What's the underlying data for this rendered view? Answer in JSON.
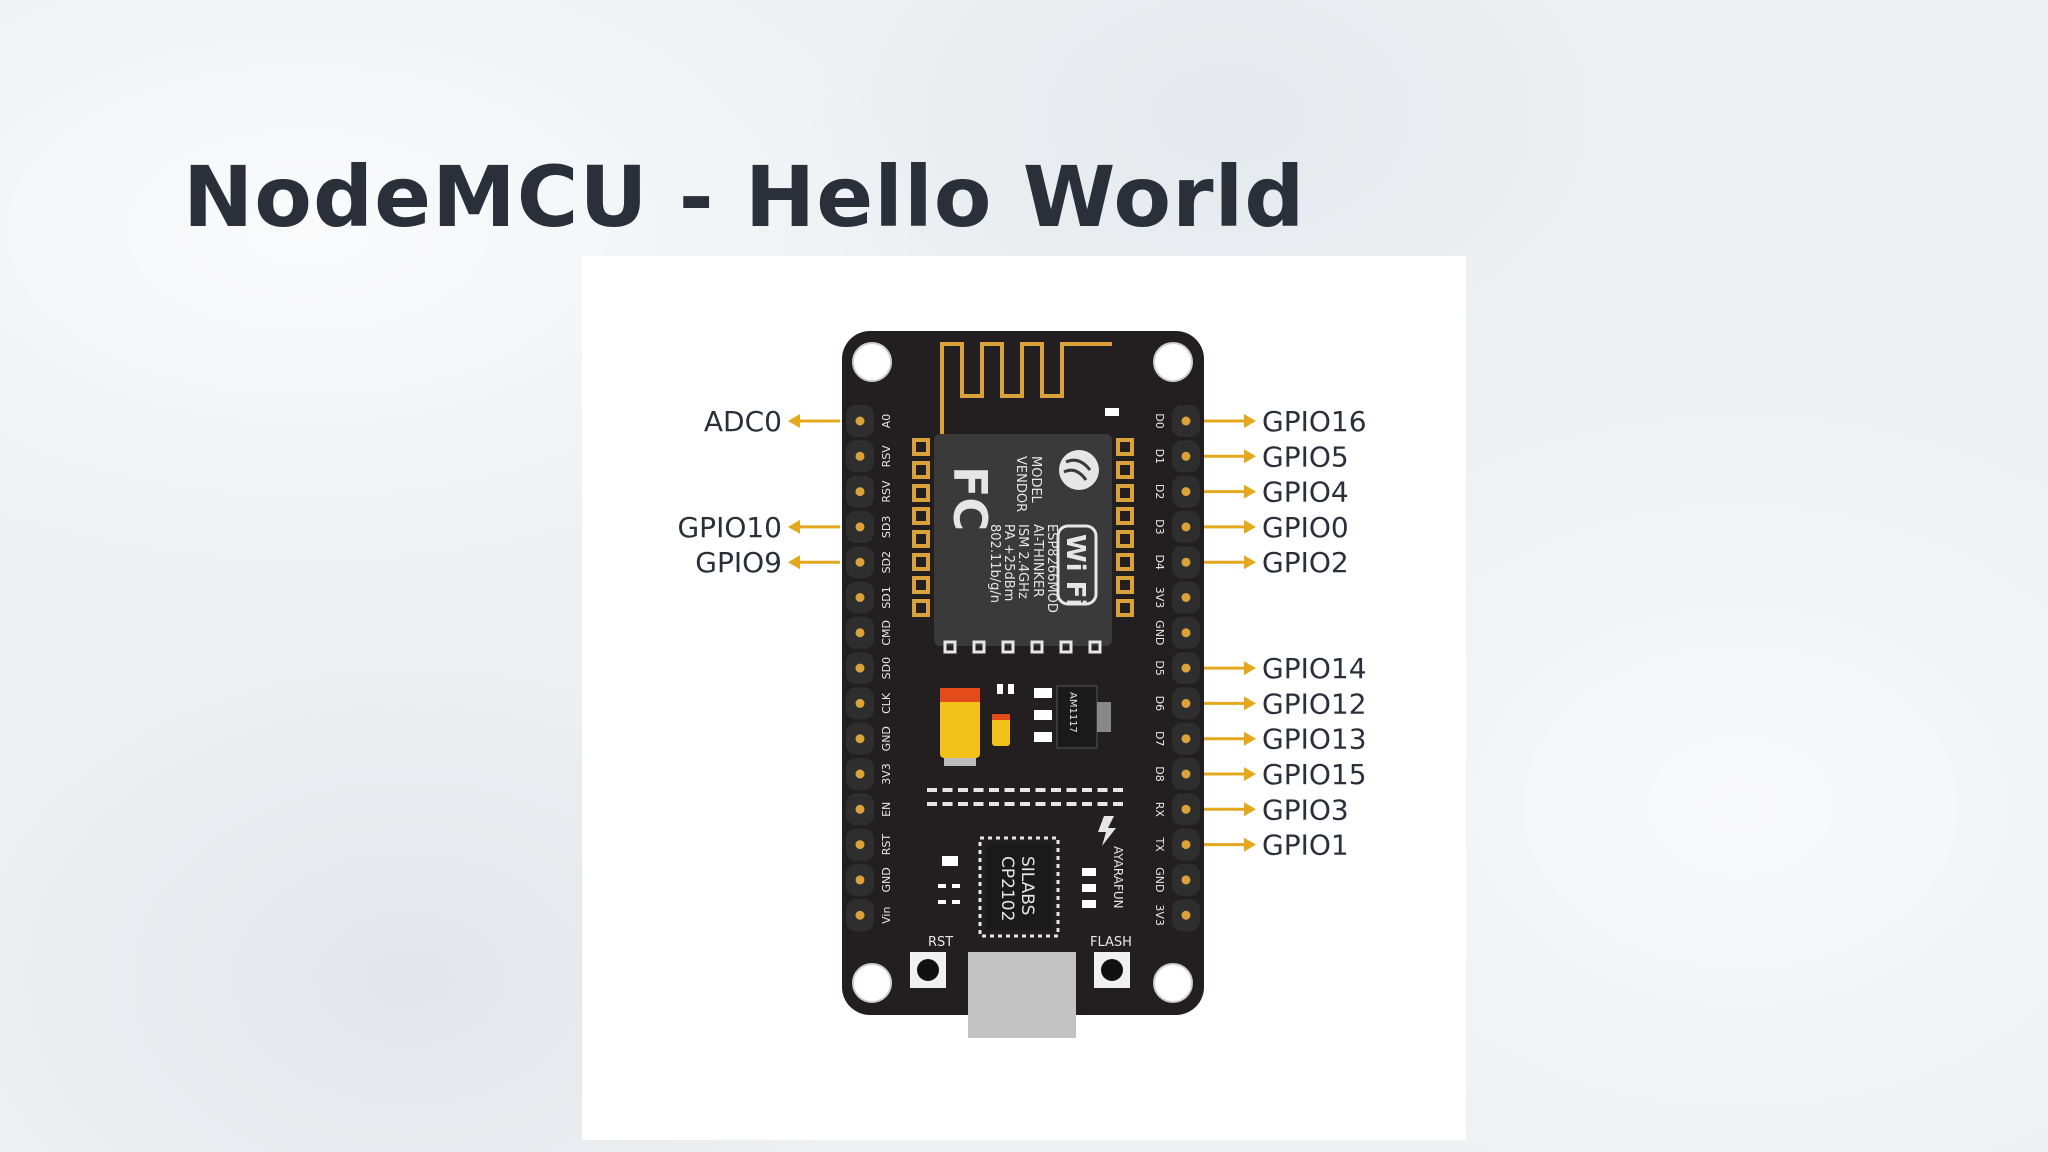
{
  "slide": {
    "title": "NodeMCU - Hello World"
  },
  "board": {
    "left_labels": [
      "ADC0",
      "GPIO10",
      "GPIO9"
    ],
    "right_labels": [
      "GPIO16",
      "GPIO5",
      "GPIO4",
      "GPIO0",
      "GPIO2",
      "GPIO14",
      "GPIO12",
      "GPIO13",
      "GPIO15",
      "GPIO3",
      "GPIO1"
    ],
    "left_pins": [
      "A0",
      "RSV",
      "RSV",
      "SD3",
      "SD2",
      "SD1",
      "CMD",
      "SD0",
      "CLK",
      "GND",
      "3V3",
      "EN",
      "RST",
      "GND",
      "Vin"
    ],
    "right_pins": [
      "D0",
      "D1",
      "D2",
      "D3",
      "D4",
      "3V3",
      "GND",
      "D5",
      "D6",
      "D7",
      "D8",
      "RX",
      "TX",
      "GND",
      "3V3"
    ],
    "module_text": [
      "MODEL",
      "VENDOR",
      "ESP8266MOD",
      "AI-THINKER",
      "ISM 2.4GHz",
      "PA +25dBm",
      "802.11b/g/n"
    ],
    "wifi_logo": "Wi Fi",
    "fc_logo": "FC",
    "regulator": "AM1117",
    "usb_chip": [
      "SILABS",
      "CP2102"
    ],
    "brand": "AYARAFUN",
    "rst_button": "RST",
    "flash_button": "FLASH",
    "colors": {
      "board": "#231f20",
      "arrow": "#e3a81d",
      "pin": "#d9a23a",
      "text": "#2b2f3a"
    }
  }
}
